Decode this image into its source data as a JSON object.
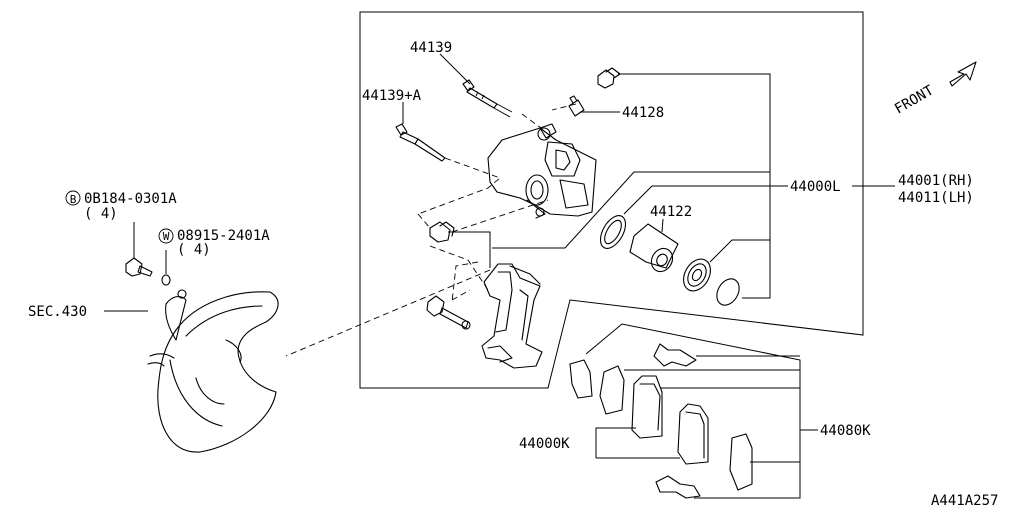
{
  "labels": {
    "p44139": "44139",
    "p44139a": "44139+A",
    "p44128": "44128",
    "p44000l": "44000L",
    "p44001": "44001(RH)",
    "p44011": "44011(LH)",
    "p44122": "44122",
    "bolt_code": "0B184-0301A",
    "bolt_qty": "( 4)",
    "washer_code": "08915-2401A",
    "washer_qty": "( 4)",
    "sec": "SEC.430",
    "p44080k": "44080K",
    "p44000k": "44000K",
    "front": "FRONT",
    "diagram_id": "A441A257",
    "bolt_marker": "B",
    "washer_marker": "W"
  }
}
